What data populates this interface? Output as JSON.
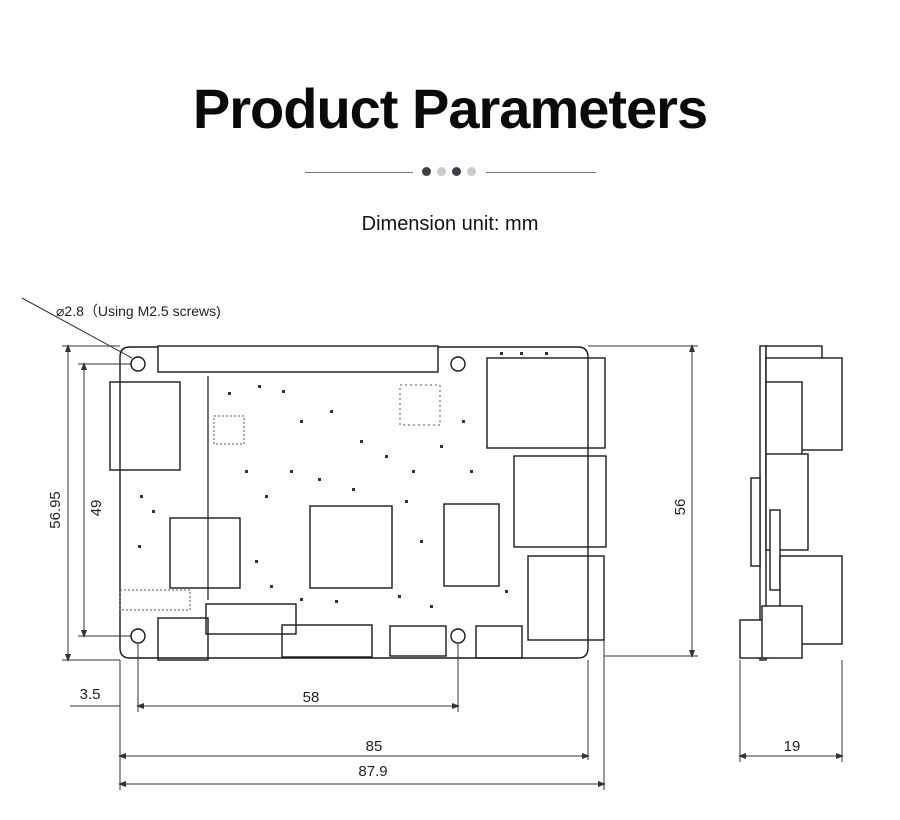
{
  "header": {
    "title": "Product Parameters",
    "subtitle": "Dimension unit: mm"
  },
  "divider": {
    "dot_colors": [
      "#3a3f4a",
      "#c9cbd1",
      "#3a3f4a",
      "#c9cbd1"
    ]
  },
  "annotations": {
    "hole_note": "⌀2.8（Using M2.5 screws)"
  },
  "dimensions": {
    "height_outer": "56.95",
    "height_holes": "49",
    "height_right": "56",
    "hole_offset": "3.5",
    "hole_spacing": "58",
    "width_board": "85",
    "width_total": "87.9",
    "side_thickness": "19"
  },
  "colors": {
    "line": "#1a1a1a",
    "dim": "#333333"
  }
}
